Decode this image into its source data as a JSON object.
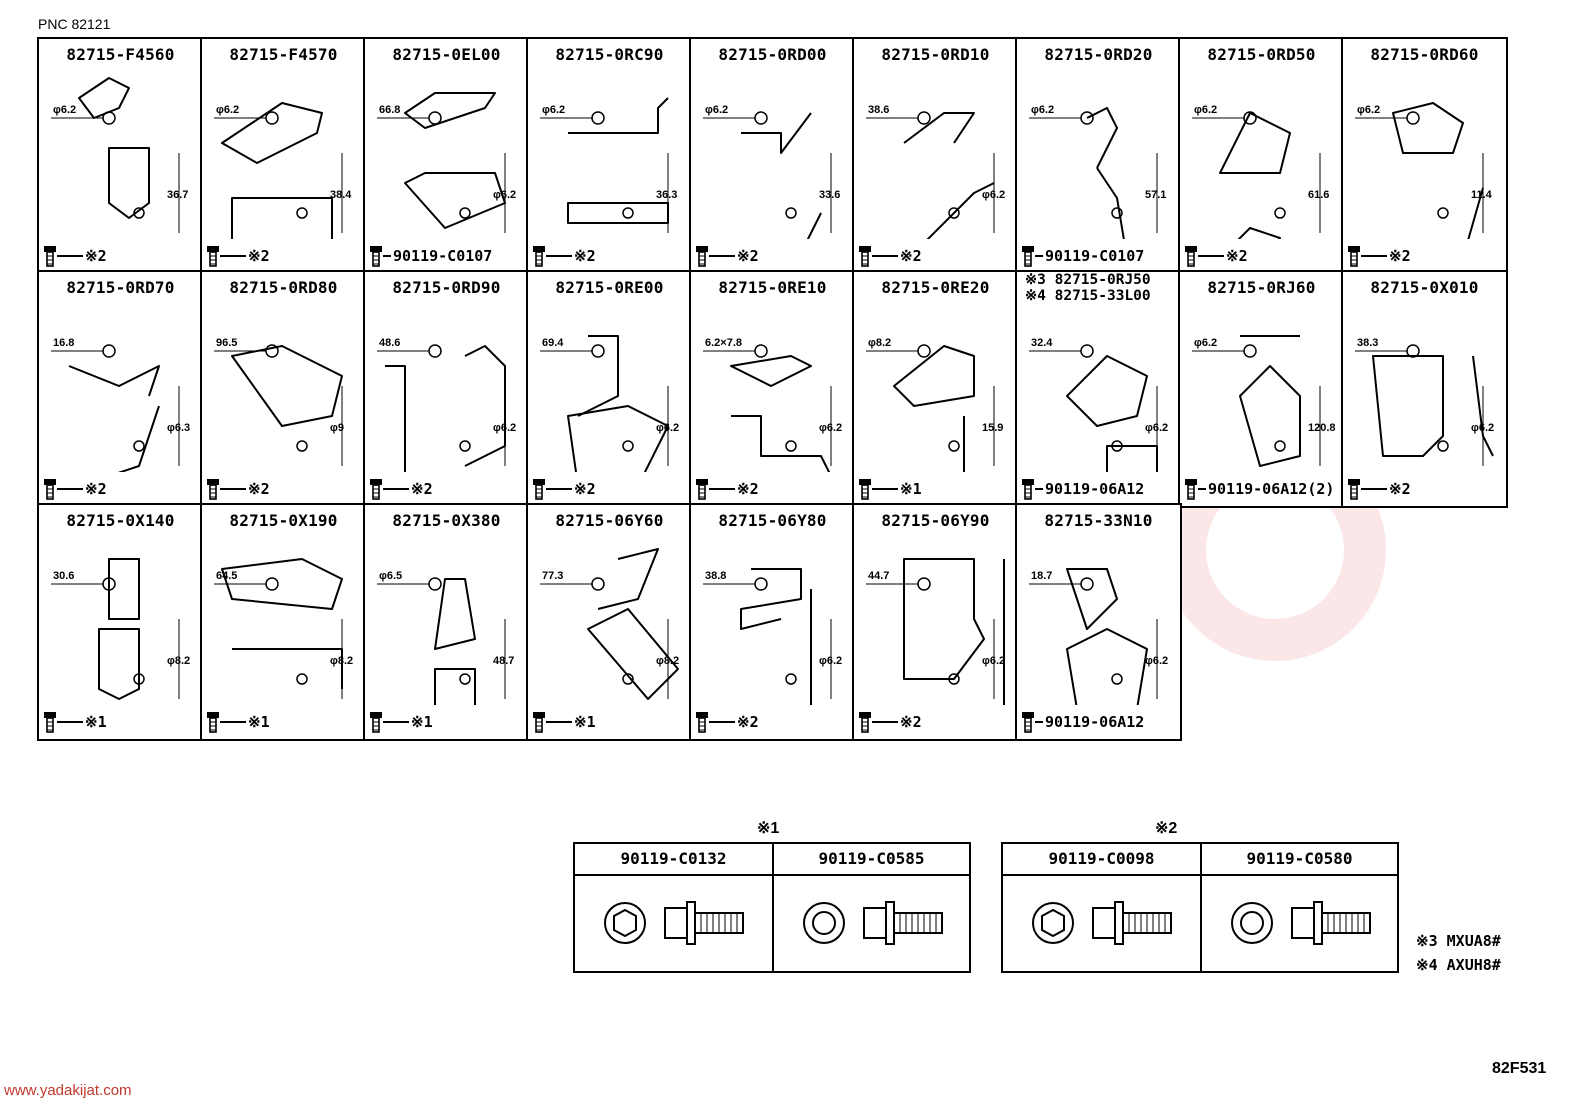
{
  "pnc_label": "PNC 82121",
  "parts": [
    {
      "number": "82715-F4560",
      "dims": [
        "φ6.2",
        "36.7"
      ],
      "fastener": "※2"
    },
    {
      "number": "82715-F4570",
      "dims": [
        "φ6.2",
        "38.4"
      ],
      "fastener": "※2"
    },
    {
      "number": "82715-0EL00",
      "dims": [
        "66.8",
        "φ6.2"
      ],
      "fastener": "90119-C0107"
    },
    {
      "number": "82715-0RC90",
      "dims": [
        "φ6.2",
        "36.3"
      ],
      "fastener": "※2"
    },
    {
      "number": "82715-0RD00",
      "dims": [
        "φ6.2",
        "33.6"
      ],
      "fastener": "※2"
    },
    {
      "number": "82715-0RD10",
      "dims": [
        "38.6",
        "φ6.2"
      ],
      "fastener": "※2"
    },
    {
      "number": "82715-0RD20",
      "dims": [
        "φ6.2",
        "57.1"
      ],
      "fastener": "90119-C0107"
    },
    {
      "number": "82715-0RD50",
      "dims": [
        "φ6.2",
        "61.6"
      ],
      "fastener": "※2"
    },
    {
      "number": "82715-0RD60",
      "dims": [
        "φ6.2",
        "11.4"
      ],
      "fastener": "※2"
    },
    {
      "number": "82715-0RD70",
      "dims": [
        "16.8",
        "φ6.3"
      ],
      "fastener": "※2"
    },
    {
      "number": "82715-0RD80",
      "dims": [
        "96.5",
        "φ9"
      ],
      "fastener": "※2"
    },
    {
      "number": "82715-0RD90",
      "dims": [
        "48.6",
        "φ6.2"
      ],
      "fastener": "※2"
    },
    {
      "number": "82715-0RE00",
      "dims": [
        "69.4",
        "φ6.2"
      ],
      "fastener": "※2"
    },
    {
      "number": "82715-0RE10",
      "dims": [
        "6.2×7.8",
        "φ6.2"
      ],
      "fastener": "※2"
    },
    {
      "number": "82715-0RE20",
      "dims": [
        "φ8.2",
        "15.9"
      ],
      "fastener": "※1"
    },
    {
      "number": "",
      "line1": "※3 82715-0RJ50",
      "line2": "※4 82715-33L00",
      "dims": [
        "32.4",
        "φ6.2"
      ],
      "fastener": "90119-06A12"
    },
    {
      "number": "82715-0RJ60",
      "dims": [
        "φ6.2",
        "120.8"
      ],
      "fastener": "90119-06A12(2)"
    },
    {
      "number": "82715-0X010",
      "dims": [
        "38.3",
        "φ6.2"
      ],
      "fastener": "※2"
    },
    {
      "number": "82715-0X140",
      "dims": [
        "30.6",
        "φ8.2"
      ],
      "fastener": "※1"
    },
    {
      "number": "82715-0X190",
      "dims": [
        "64.5",
        "φ8.2"
      ],
      "fastener": "※1"
    },
    {
      "number": "82715-0X380",
      "dims": [
        "φ6.5",
        "48.7"
      ],
      "fastener": "※1"
    },
    {
      "number": "82715-06Y60",
      "dims": [
        "77.3",
        "φ8.2"
      ],
      "fastener": "※1"
    },
    {
      "number": "82715-06Y80",
      "dims": [
        "38.8",
        "φ6.2"
      ],
      "fastener": "※2"
    },
    {
      "number": "82715-06Y90",
      "dims": [
        "44.7",
        "φ6.2"
      ],
      "fastener": "※2"
    },
    {
      "number": "82715-33N10",
      "dims": [
        "18.7",
        "φ6.2"
      ],
      "fastener": "90119-06A12"
    }
  ],
  "legend": [
    {
      "title": "※1",
      "bolts": [
        "90119-C0132",
        "90119-C0585"
      ]
    },
    {
      "title": "※2",
      "bolts": [
        "90119-C0098",
        "90119-C0580"
      ]
    }
  ],
  "notes": [
    "※3 MXUA8#",
    "※4 AXUH8#"
  ],
  "drawing_code": "82F531",
  "website": "www.yadakijat.com",
  "watermark_color": "#e23b3b"
}
